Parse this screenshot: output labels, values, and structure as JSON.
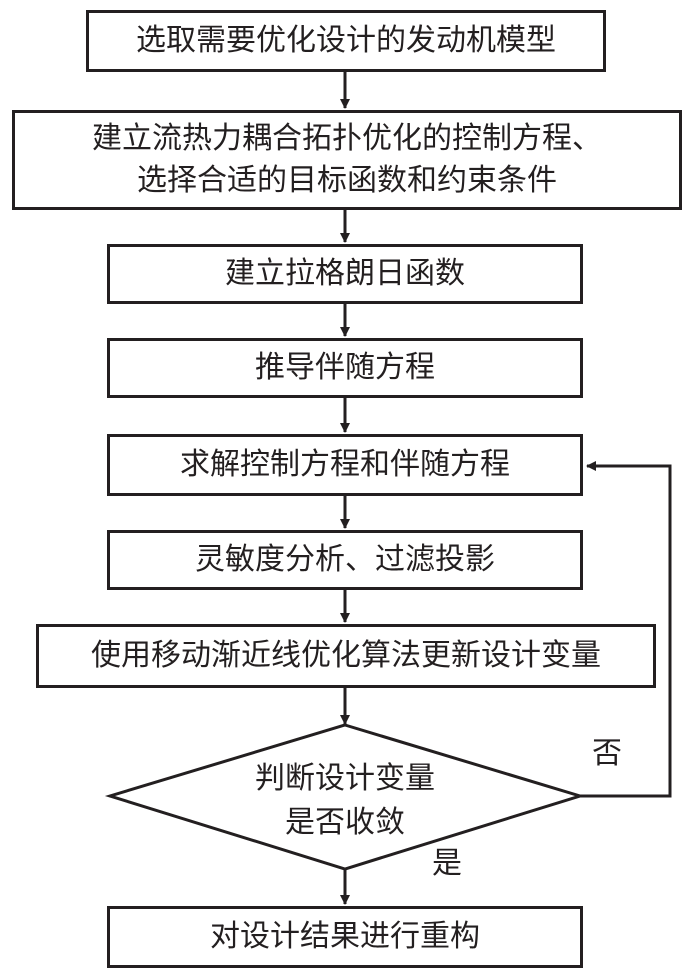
{
  "flowchart": {
    "steps": {
      "select_model": "选取需要优化设计的发动机模型",
      "establish_equations_line1": "建立流热力耦合拓扑优化的控制方程、",
      "establish_equations_line2": "选择合适的目标函数和约束条件",
      "lagrange": "建立拉格朗日函数",
      "adjoint": "推导伴随方程",
      "solve": "求解控制方程和伴随方程",
      "sensitivity": "灵敏度分析、过滤投影",
      "mma_update": "使用移动渐近线优化算法更新设计变量",
      "decision_line1": "判断设计变量",
      "decision_line2": "是否收敛",
      "reconstruct": "对设计结果进行重构"
    },
    "labels": {
      "no": "否",
      "yes": "是"
    }
  }
}
